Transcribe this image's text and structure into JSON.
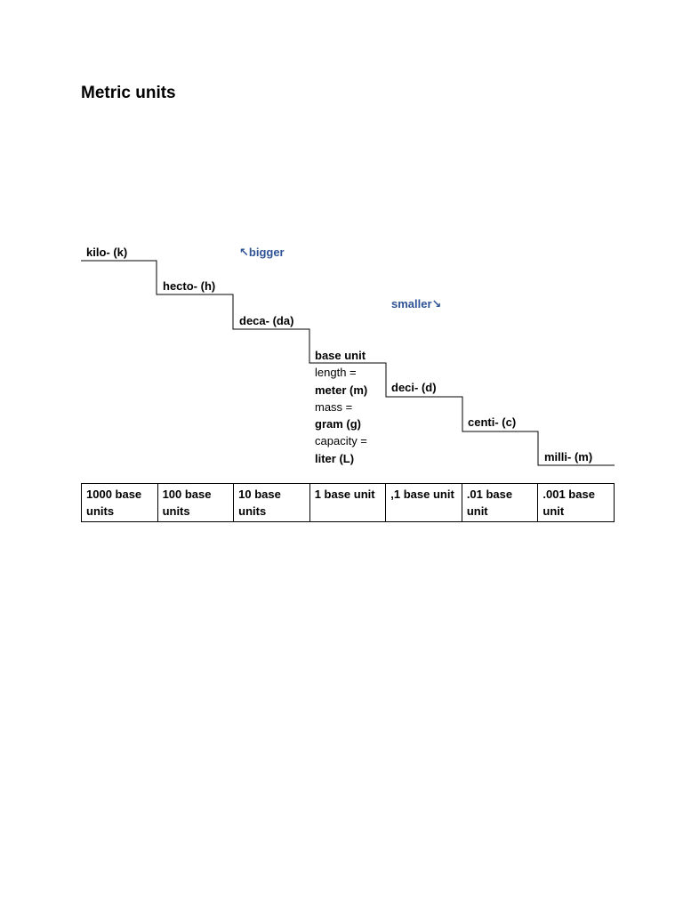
{
  "title": "Metric units",
  "prefixes": {
    "kilo": "kilo- (k)",
    "hecto": "hecto- (h)",
    "deca": "deca- (da)",
    "deci": "deci- (d)",
    "centi": "centi- (c)",
    "milli": "milli- (m)"
  },
  "hints": {
    "bigger": "↖bigger",
    "smaller": "smaller↘"
  },
  "base_unit": {
    "heading": "base unit",
    "length_label": "length =",
    "length_value": "meter (m)",
    "mass_label": "mass =",
    "mass_value": "gram (g)",
    "capacity_label": "capacity =",
    "capacity_value": "liter (L)"
  },
  "table": {
    "cells": [
      "1000 base units",
      "100 base units",
      "10 base units",
      "1 base unit",
      ",1 base unit",
      ".01 base unit",
      ".001 base unit"
    ]
  }
}
